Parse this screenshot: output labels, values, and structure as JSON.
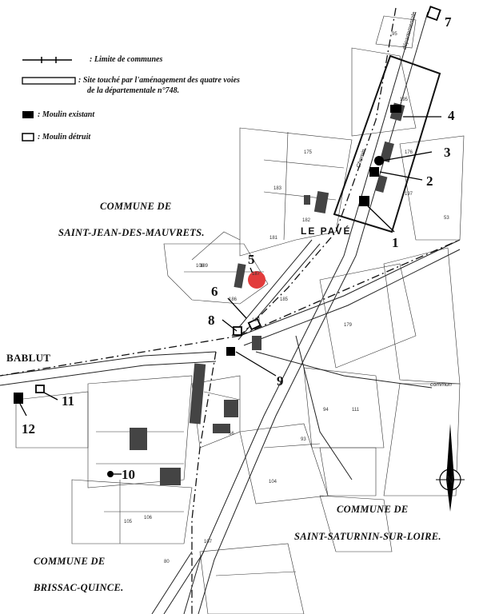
{
  "legend": {
    "commune_limit": ": Limite de communes",
    "site_line1": ": Site touché par l'aménagement des quatre voies",
    "site_line2": "de la départementale n°748.",
    "mill_existing": ": Moulin existant",
    "mill_destroyed": ": Moulin détruit"
  },
  "communes": {
    "saint_jean_1": "COMMUNE DE",
    "saint_jean_2": "SAINT-JEAN-DES-MAUVRETS.",
    "saint_saturnin_1": "COMMUNE DE",
    "saint_saturnin_2": "SAINT-SATURNIN-SUR-LOIRE.",
    "brissac_1": "COMMUNE DE",
    "brissac_2": "BRISSAC-QUINCE."
  },
  "places": {
    "le_pave": "LE PAVÉ",
    "bablut": "BABLUT"
  },
  "road_labels": {
    "chemin": "Chemin",
    "departementale": "départementale",
    "commun": "commun"
  },
  "mill_numbers": {
    "n1": "1",
    "n2": "2",
    "n3": "3",
    "n4": "4",
    "n5": "5",
    "n6": "6",
    "n7": "7",
    "n8": "8",
    "n9": "9",
    "n10": "10",
    "n11": "11",
    "n12": "12"
  },
  "compass": {
    "north": "N"
  },
  "colors": {
    "marker": "#e23c3c",
    "ink": "#111111"
  },
  "parcel_numbers": [
    "175",
    "183",
    "187",
    "182",
    "181",
    "185",
    "186",
    "189",
    "193",
    "195",
    "197",
    "176",
    "179",
    "111",
    "94",
    "95",
    "93",
    "104",
    "105",
    "106",
    "107",
    "108",
    "53",
    "56",
    "80"
  ]
}
